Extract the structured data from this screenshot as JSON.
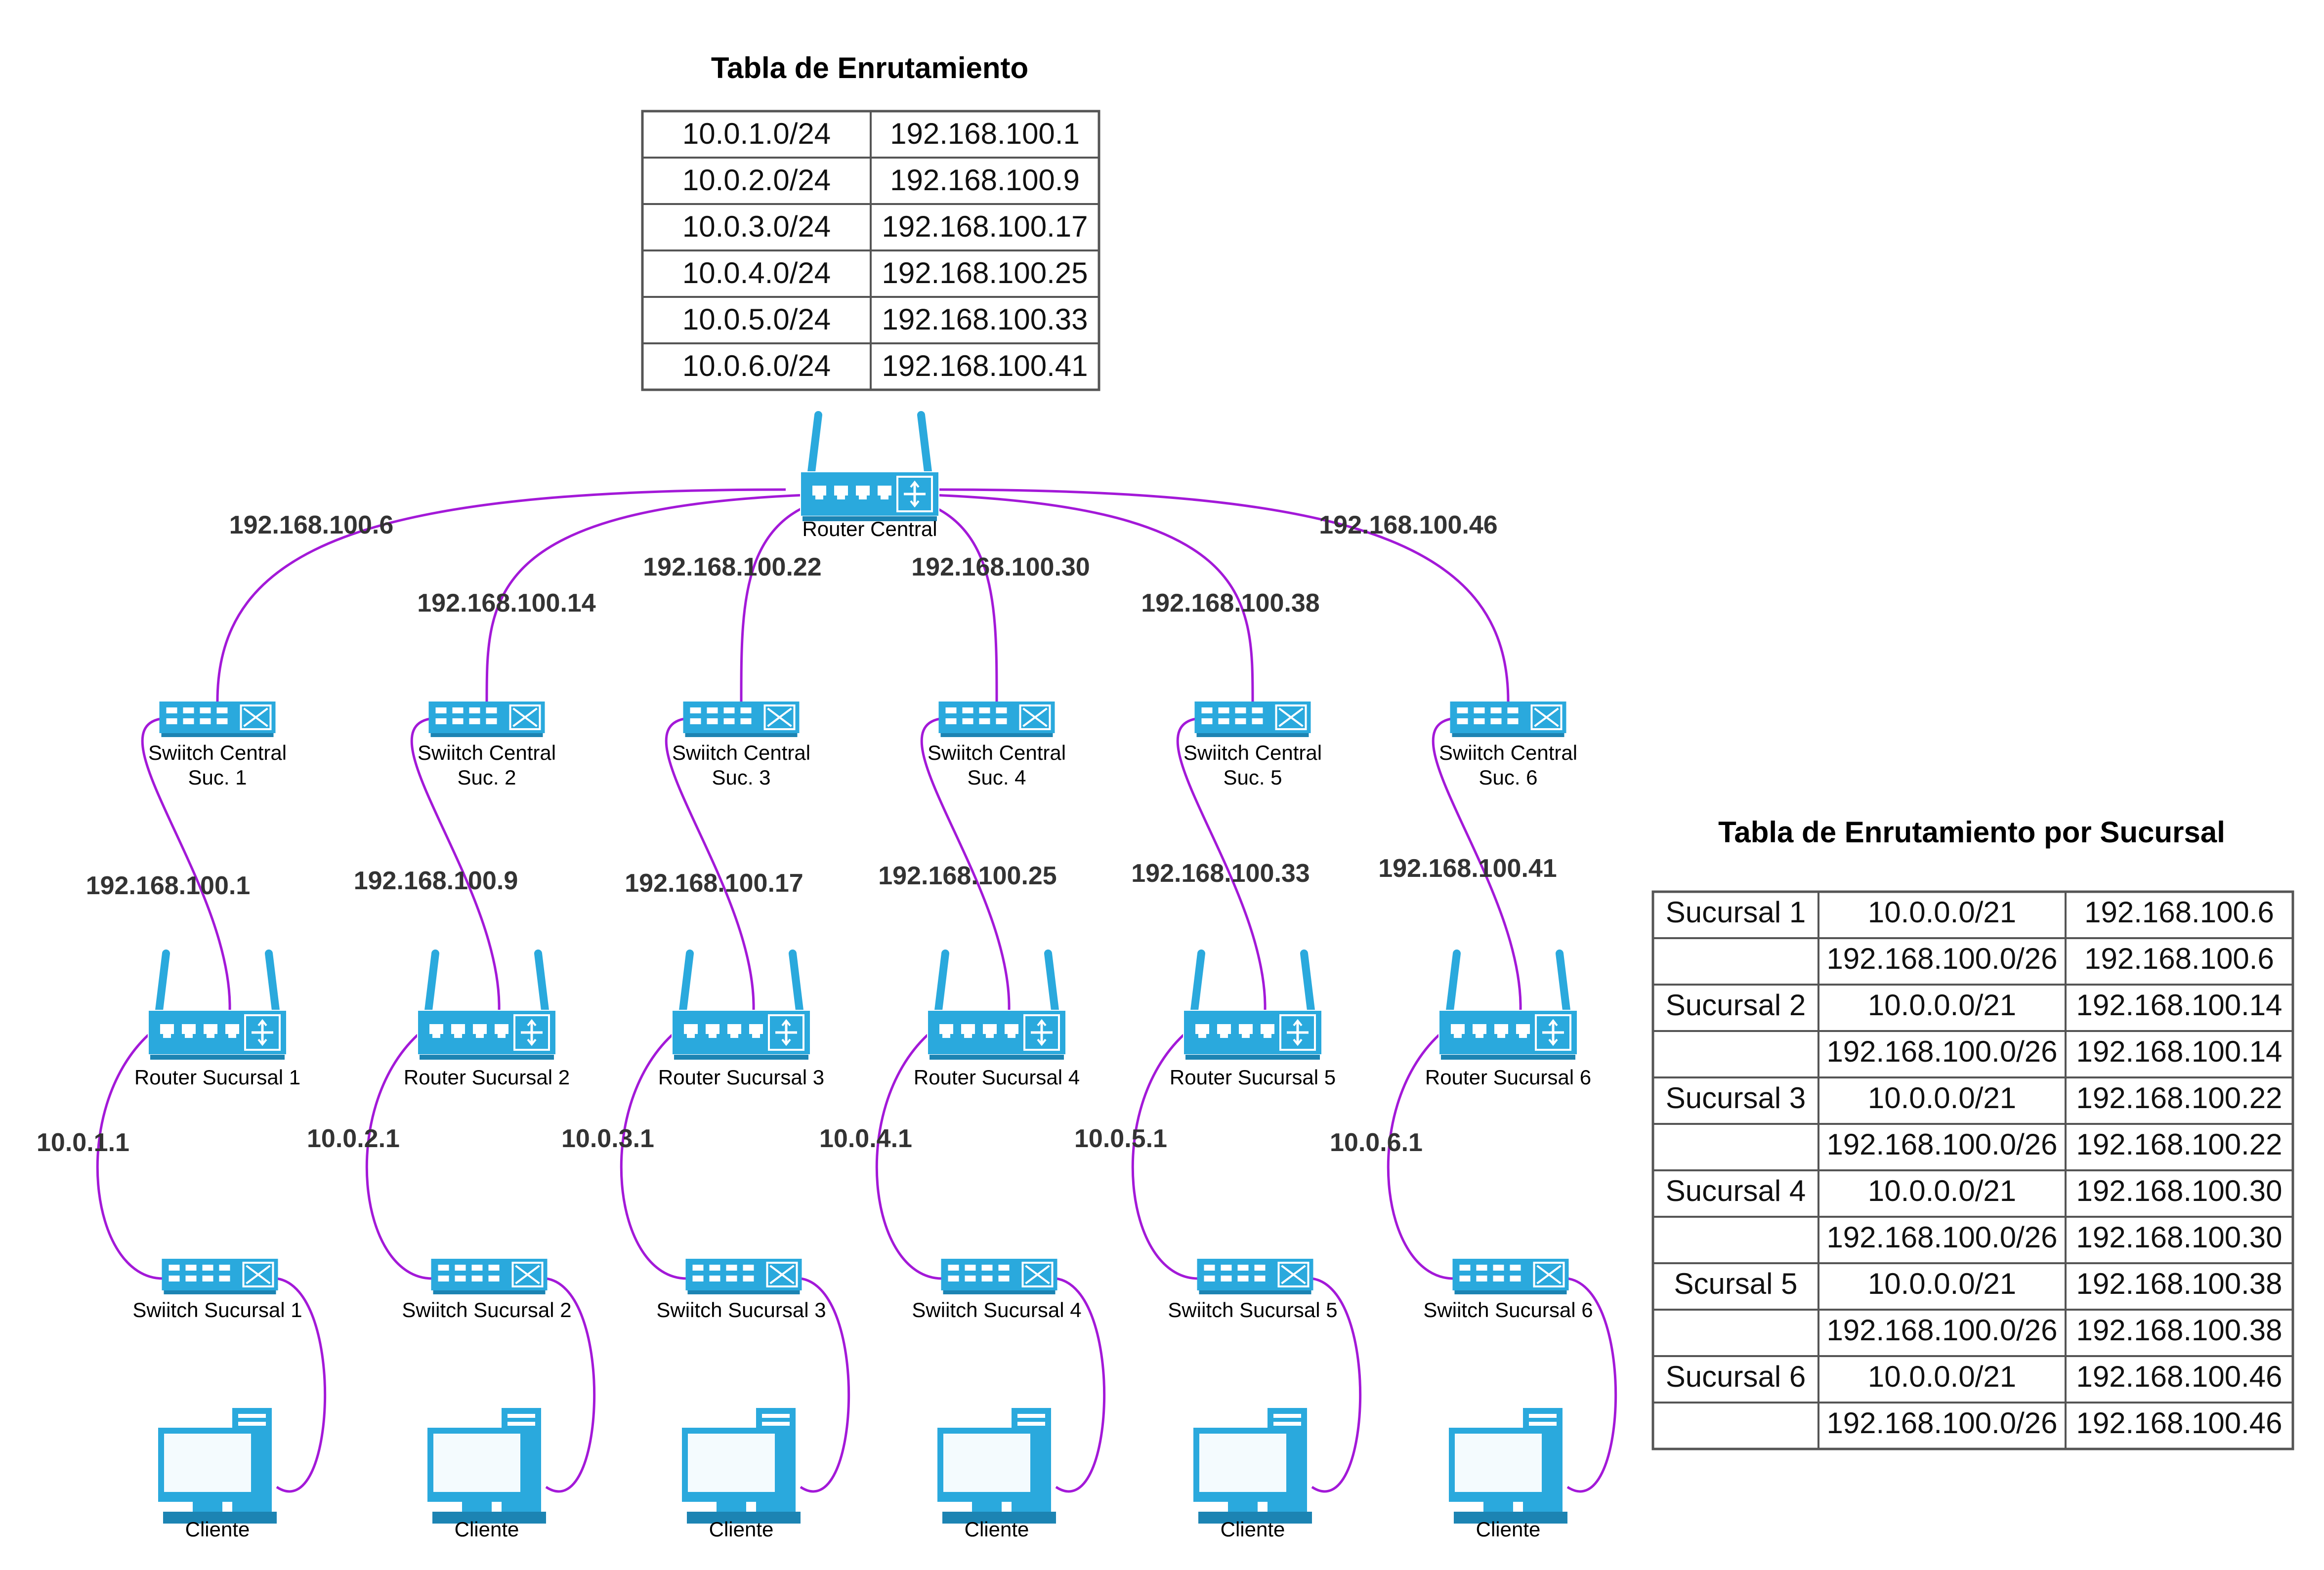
{
  "colors": {
    "device": "#2aa9dd",
    "device_dark": "#1c84b3",
    "wire": "#a319d8",
    "table_border": "#555555",
    "ip_label": "#333333"
  },
  "routing_table": {
    "title": "Tabla de Enrutamiento",
    "rows": [
      [
        "10.0.1.0/24",
        "192.168.100.1"
      ],
      [
        "10.0.2.0/24",
        "192.168.100.9"
      ],
      [
        "10.0.3.0/24",
        "192.168.100.17"
      ],
      [
        "10.0.4.0/24",
        "192.168.100.25"
      ],
      [
        "10.0.5.0/24",
        "192.168.100.33"
      ],
      [
        "10.0.6.0/24",
        "192.168.100.41"
      ]
    ]
  },
  "branch_table": {
    "title": "Tabla de Enrutamiento por Sucursal",
    "rows": [
      [
        "Sucursal 1",
        "10.0.0.0/21",
        "192.168.100.6"
      ],
      [
        "",
        "192.168.100.0/26",
        "192.168.100.6"
      ],
      [
        "Sucursal 2",
        "10.0.0.0/21",
        "192.168.100.14"
      ],
      [
        "",
        "192.168.100.0/26",
        "192.168.100.14"
      ],
      [
        "Sucursal 3",
        "10.0.0.0/21",
        "192.168.100.22"
      ],
      [
        "",
        "192.168.100.0/26",
        "192.168.100.22"
      ],
      [
        "Sucursal 4",
        "10.0.0.0/21",
        "192.168.100.30"
      ],
      [
        "",
        "192.168.100.0/26",
        "192.168.100.30"
      ],
      [
        "Scursal 5",
        "10.0.0.0/21",
        "192.168.100.38"
      ],
      [
        "",
        "192.168.100.0/26",
        "192.168.100.38"
      ],
      [
        "Sucursal 6",
        "10.0.0.0/21",
        "192.168.100.46"
      ],
      [
        "",
        "192.168.100.0/26",
        "192.168.100.46"
      ]
    ]
  },
  "central_router": {
    "label": "Router Central",
    "icon": "wireless-router-icon"
  },
  "branches": [
    {
      "switch_central": [
        "Swiitch Central",
        "Suc. 1"
      ],
      "ip_central_side": "192.168.100.6",
      "ip_router_uplink": "192.168.100.1",
      "router": "Router Sucursal 1",
      "ip_lan": "10.0.1.1",
      "switch_branch": "Swiitch Sucursal 1",
      "client": "Cliente"
    },
    {
      "switch_central": [
        "Swiitch Central",
        "Suc. 2"
      ],
      "ip_central_side": "192.168.100.14",
      "ip_router_uplink": "192.168.100.9",
      "router": "Router Sucursal 2",
      "ip_lan": "10.0.2.1",
      "switch_branch": "Swiitch Sucursal 2",
      "client": "Cliente"
    },
    {
      "switch_central": [
        "Swiitch Central",
        "Suc. 3"
      ],
      "ip_central_side": "192.168.100.22",
      "ip_router_uplink": "192.168.100.17",
      "router": "Router Sucursal 3",
      "ip_lan": "10.0.3.1",
      "switch_branch": "Swiitch Sucursal 3",
      "client": "Cliente"
    },
    {
      "switch_central": [
        "Swiitch Central",
        "Suc. 4"
      ],
      "ip_central_side": "192.168.100.30",
      "ip_router_uplink": "192.168.100.25",
      "router": "Router Sucursal 4",
      "ip_lan": "10.0.4.1",
      "switch_branch": "Swiitch Sucursal 4",
      "client": "Cliente"
    },
    {
      "switch_central": [
        "Swiitch Central",
        "Suc. 5"
      ],
      "ip_central_side": "192.168.100.38",
      "ip_router_uplink": "192.168.100.33",
      "router": "Router Sucursal 5",
      "ip_lan": "10.0.5.1",
      "switch_branch": "Swiitch Sucursal 5",
      "client": "Cliente"
    },
    {
      "switch_central": [
        "Swiitch Central",
        "Suc. 6"
      ],
      "ip_central_side": "192.168.100.46",
      "ip_router_uplink": "192.168.100.41",
      "router": "Router Sucursal 6",
      "ip_lan": "10.0.6.1",
      "switch_branch": "Swiitch Sucursal 6",
      "client": "Cliente"
    }
  ]
}
